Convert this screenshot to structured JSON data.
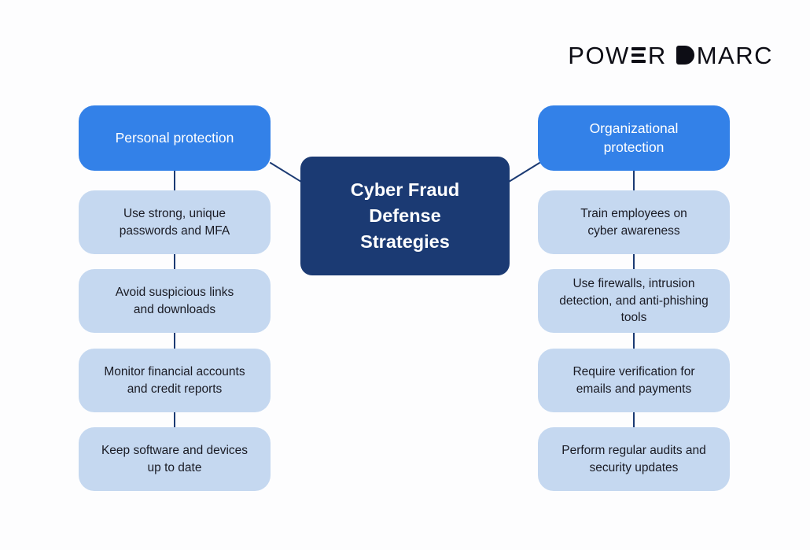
{
  "colors": {
    "header_blue": "#3381e8",
    "central_navy": "#1b3a73",
    "item_light_blue": "#c5d8f0",
    "connector": "#1b3a73",
    "logo_black": "#0d0d15",
    "item_text": "#1a1b24",
    "canvas_bg": "#fdfdfe"
  },
  "logo": {
    "part1": "POW",
    "part2": "R",
    "part3": "MARC"
  },
  "central": {
    "title": "Cyber Fraud\nDefense\nStrategies"
  },
  "columns": [
    {
      "header": "Personal protection",
      "items": [
        "Use strong, unique\npasswords and MFA",
        "Avoid suspicious links\nand downloads",
        "Monitor financial accounts\nand credit reports",
        "Keep software and devices\nup to date"
      ]
    },
    {
      "header": "Organizational\nprotection",
      "items": [
        "Train employees on\ncyber awareness",
        "Use firewalls, intrusion\ndetection, and anti-phishing\ntools",
        "Require verification for\nemails and payments",
        "Perform regular audits and\nsecurity updates"
      ]
    }
  ]
}
